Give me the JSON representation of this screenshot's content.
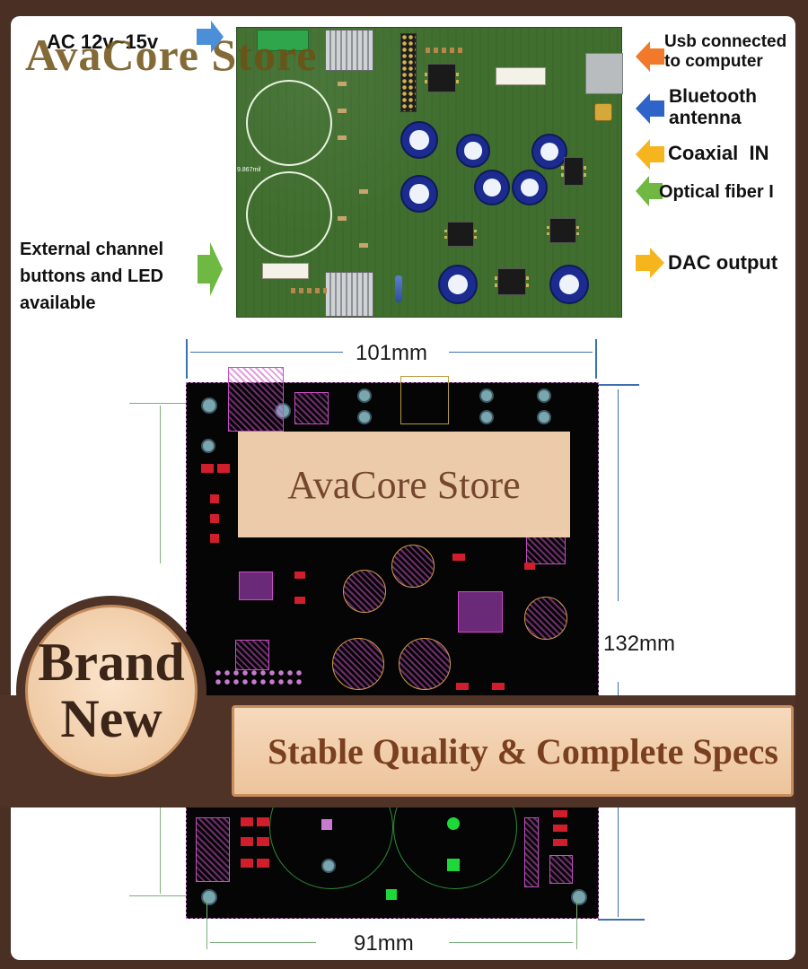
{
  "top_labels": {
    "ac_input": "AC 12v~15v",
    "usb": "Usb connected\nto computer",
    "bluetooth": "Bluetooth\nantenna",
    "coaxial": "Coaxial  IN",
    "optical": "Optical fiber I",
    "external": "External channel\nbuttons and LED\navailable",
    "dac": "DAC output"
  },
  "watermark_top": "AvaCore Store",
  "pcb_silk": "9.867mil",
  "dimensions": {
    "width_top": "101mm",
    "height": "132mm",
    "width_bottom": "91mm"
  },
  "overlay_store": "AvaCore Store",
  "badge": {
    "line1": "Brand",
    "line2": "New"
  },
  "banner": "Stable Quality & Complete Specs",
  "colors": {
    "frame": "#4a2f24",
    "pcb_green": "#3f6e2e",
    "layout_bg": "#050505",
    "banner_fill": "#f6d9bc",
    "accent_brown": "#7a3f1f"
  },
  "arrows": [
    {
      "name": "ac-arrow",
      "color": "#4a8fd8",
      "direction": "right"
    },
    {
      "name": "usb-arrow",
      "color": "#f07a2a",
      "direction": "left"
    },
    {
      "name": "bluetooth-arrow",
      "color": "#2e63c8",
      "direction": "left"
    },
    {
      "name": "coaxial-arrow",
      "color": "#f6b51c",
      "direction": "left"
    },
    {
      "name": "optical-arrow",
      "color": "#6fb842",
      "direction": "left"
    },
    {
      "name": "external-arrow",
      "color": "#6fb842",
      "direction": "right"
    },
    {
      "name": "dac-arrow",
      "color": "#f6b51c",
      "direction": "right"
    }
  ]
}
